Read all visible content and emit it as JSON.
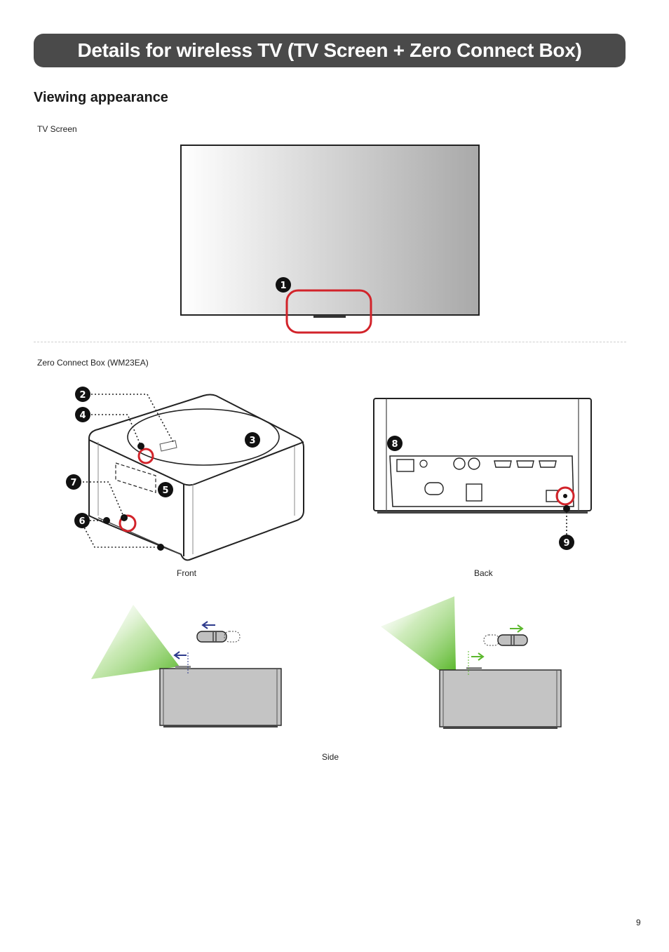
{
  "header": {
    "title": "Details for wireless TV (TV Screen + Zero Connect Box)"
  },
  "section": {
    "heading": "Viewing appearance"
  },
  "captions": {
    "tv_screen": "TV Screen",
    "connect_box": "Zero Connect Box (WM23EA)",
    "front": "Front",
    "back": "Back",
    "side": "Side"
  },
  "callouts": [
    "1",
    "2",
    "3",
    "4",
    "5",
    "6",
    "7",
    "8",
    "9"
  ],
  "colors": {
    "title_bar": "#4a4a4a",
    "highlight_ring": "#d2232a",
    "arrow_blue": "#2d3a8c",
    "arrow_green": "#5cb82e",
    "beam_green": "#6cc43a"
  },
  "page": {
    "number": "9"
  }
}
